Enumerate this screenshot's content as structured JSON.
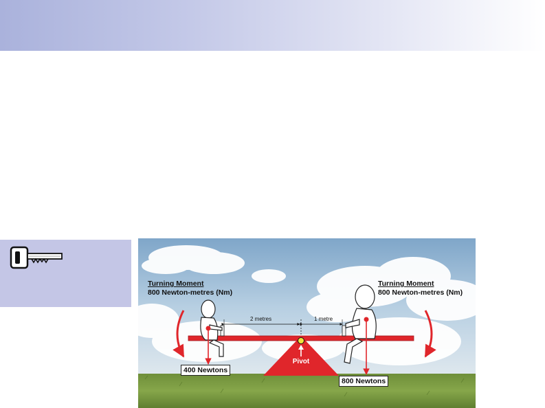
{
  "diagram": {
    "left_moment_title": "Turning Moment",
    "left_moment_value": "800 Newton-metres (Nm)",
    "right_moment_title": "Turning Moment",
    "right_moment_value": "800 Newton-metres (Nm)",
    "left_distance": "2 metres",
    "right_distance": "1 metre",
    "left_force": "400 Newtons",
    "right_force": "800 Newtons",
    "pivot_label": "Pivot"
  },
  "colors": {
    "accent_red": "#e0262b",
    "header_band": "#aab2dc",
    "key_box": "#c4c6e6",
    "pivot_dot": "#f2e23a"
  },
  "icons": {
    "key": "key-icon"
  }
}
